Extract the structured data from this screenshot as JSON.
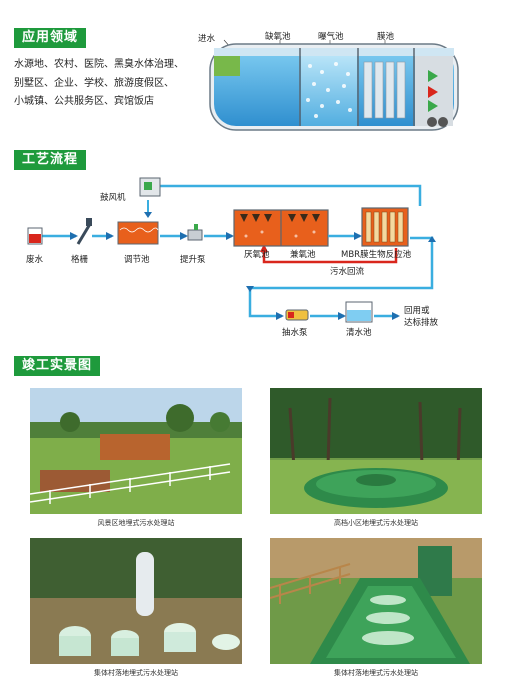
{
  "sections": {
    "application": "应用领域",
    "process": "工艺流程",
    "completed": "竣工实景图"
  },
  "application_lines": [
    "水源地、农村、医院、黑臭水体治理、",
    "别墅区、企业、学校、旅游度假区、",
    "小城镇、公共服务区、宾馆饭店"
  ],
  "tank_labels": {
    "inlet": "进水",
    "anoxic": "缺氧池",
    "aeration": "曝气池",
    "membrane": "膜池"
  },
  "process_labels": {
    "blower": "鼓风机",
    "wastewater": "废水",
    "grille": "格栅",
    "regulating": "调节池",
    "lift_pump": "提升泵",
    "anaerobic": "厌氧池",
    "anoxic": "兼氧池",
    "mbr": "MBR膜生物反应池",
    "sludge_return": "污水回流",
    "pump": "抽水泵",
    "clear_water": "清水池",
    "reuse_1": "回用或",
    "reuse_2": "达标排放"
  },
  "captions": [
    "风景区地埋式污水处理站",
    "高档小区地埋式污水处理站",
    "集体村落地埋式污水处理站",
    "集体村落地埋式污水处理站"
  ],
  "colors": {
    "section_green": "#1e9a3c",
    "flow_blue": "#3aaee0",
    "tank_orange": "#e8601c",
    "return_red": "#d9261c"
  }
}
